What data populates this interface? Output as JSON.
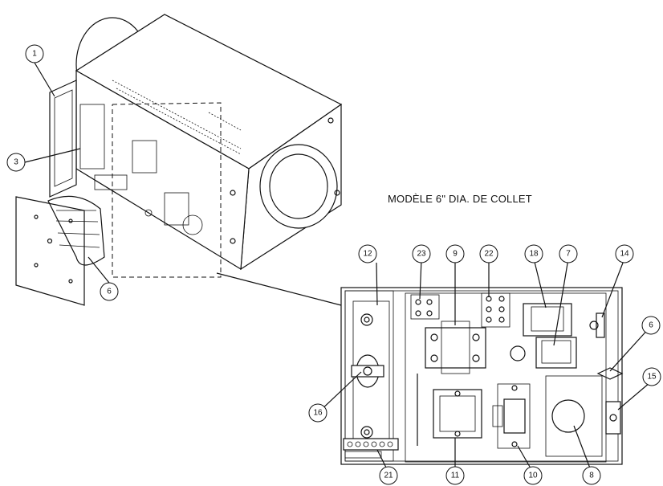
{
  "model_caption": "MODÈLE 6\" DIA. DE COLLET",
  "callouts": {
    "c1": "1",
    "c3": "3",
    "c6a": "6",
    "c12": "12",
    "c23": "23",
    "c9": "9",
    "c22": "22",
    "c18": "18",
    "c7": "7",
    "c14": "14",
    "c6b": "6",
    "c15": "15",
    "c16": "16",
    "c21": "21",
    "c11": "11",
    "c10": "10",
    "c8": "8"
  }
}
